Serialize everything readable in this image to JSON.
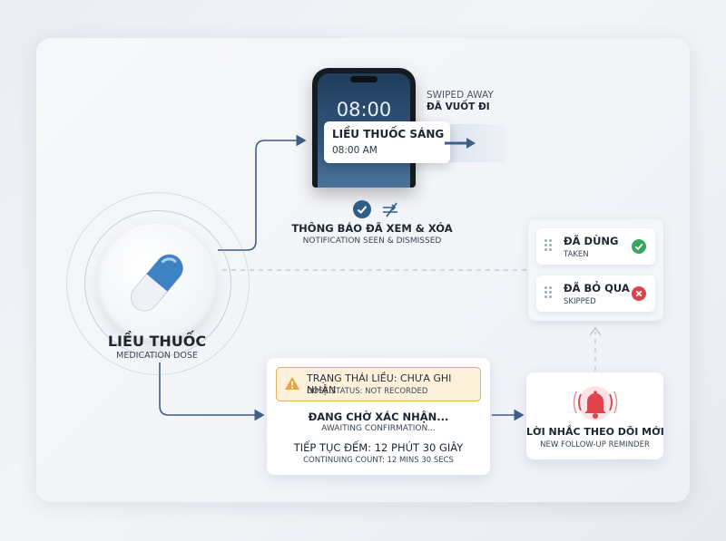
{
  "medication": {
    "title": "LIỀU THUỐC",
    "subtitle": "MEDICATION DOSE",
    "icon": "pill-icon"
  },
  "phone": {
    "time": "08:00",
    "notification": {
      "title": "LIỀU THUỐC SÁNG",
      "time": "08:00 AM"
    },
    "swiped_en": "SWIPED AWAY",
    "swiped_vi": "ĐÃ VUỐT ĐI"
  },
  "seen": {
    "vi": "THÔNG BÁO ĐÃ XEM & XÓA",
    "en": "NOTIFICATION SEEN & DISMISSED"
  },
  "options": [
    {
      "vi": "ĐÃ DÙNG",
      "en": "TAKEN",
      "color": "#3aa55c",
      "icon": "check-icon"
    },
    {
      "vi": "ĐÃ BỎ QUA",
      "en": "SKIPPED",
      "color": "#d9434b",
      "icon": "x-icon"
    }
  ],
  "status": {
    "warning_vi": "TRẠNG THÁI LIỀU: CHƯA GHI NHẬN",
    "warning_en": "DOSE STATUS: NOT RECORDED",
    "awaiting_vi": "ĐANG CHỜ XÁC NHẬN...",
    "awaiting_en": "AWAITING CONFIRMATION...",
    "count_vi": "TIẾP TỤC ĐẾM: 12 PHÚT 30 GIÂY",
    "count_en": "CONTINUING COUNT: 12 MINS 30 SECS"
  },
  "reminder": {
    "vi": "LỜI NHẮC THEO DÕI MỚI",
    "en": "NEW FOLLOW-UP REMINDER"
  },
  "colors": {
    "accent": "#2f5e87",
    "warning": "#e8a33c",
    "taken": "#3aa55c",
    "skipped": "#d9434b",
    "bell": "#e2424c"
  }
}
